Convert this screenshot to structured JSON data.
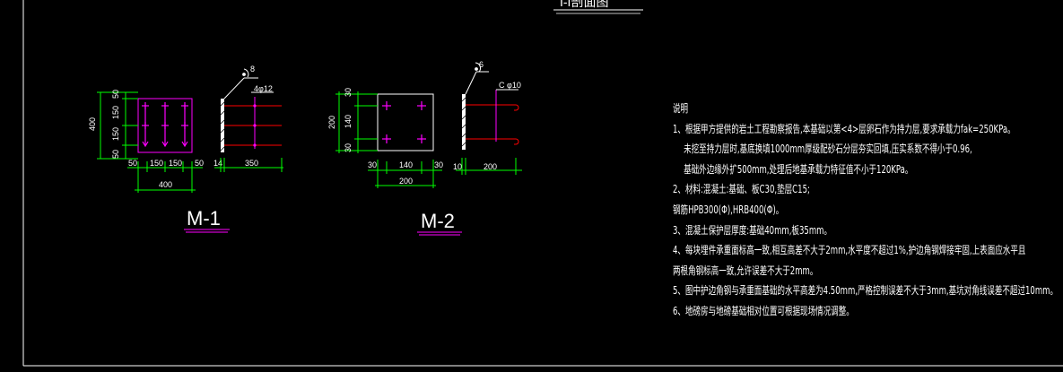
{
  "drawing": {
    "section_title": "I-I剖面图",
    "m1": {
      "title": "M-1",
      "v_dims": [
        "50",
        "150",
        "150",
        "50"
      ],
      "v_total": "400",
      "h_dims": [
        "50",
        "150",
        "150",
        "50"
      ],
      "h_total": "400",
      "side_gap": "14",
      "side_len": "350",
      "tag": "8",
      "rebar_label": "4φ12"
    },
    "m2": {
      "title": "M-2",
      "v_dims": [
        "30",
        "140",
        "30"
      ],
      "v_total": "200",
      "h_dims": [
        "30",
        "140",
        "30"
      ],
      "h_total": "200",
      "side_gap": "10",
      "side_len": "200",
      "tag": "6",
      "rebar_label": "C φ10"
    }
  },
  "notes": {
    "heading": "说明",
    "line1": "1、根据甲方提供的岩土工程勘察报告,本基础以第<4>层卵石作为持力层,要求承载力fak=250KPa。",
    "line1b": "未挖至持力层时,基底换填1000mm厚级配砂石分层夯实回填,压实系数不得小于0.96,",
    "line1c": "基础外边缘外扩500mm,处理后地基承载力特征值不小于120KPa。",
    "line2": "2、材料:混凝土:基础、板C30,垫层C15;",
    "line2b": "钢筋HPB300(Φ),HRB400(Φ)。",
    "line3": "3、混凝土保护层厚度:基础40mm,板35mm。",
    "line4": "4、每块埋件承重面标高一致,相互高差不大于2mm,水平度不超过1%,护边角钢焊接牢固,上表面应水平且",
    "line4b": "两根角钢标高一致,允许误差不大于2mm。",
    "line5": "5、图中护边角钢与承重面基础的水平高差为4.50mm,严格控制误差不大于3mm,基坑对角线误差不超过10mm。",
    "line6": "6、地磅房与地磅基础相对位置可根据现场情况调整。"
  },
  "colors": {
    "background": "#000000",
    "outline": "#ffffff",
    "dimension": "#00ff00",
    "rebar": "#ff0000",
    "anchor": "#ff00ff",
    "plate_hatch": "#ffffff"
  }
}
